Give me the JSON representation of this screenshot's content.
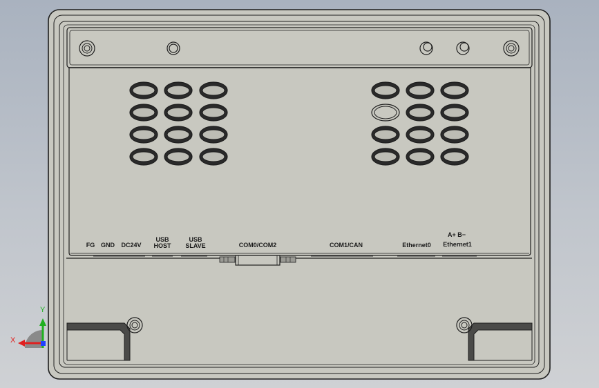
{
  "device_view": {
    "power_terminals": {
      "fg": "FG",
      "gnd": "GND",
      "dc24v": "DC24V"
    },
    "usb_host": {
      "line1": "USB",
      "line2": "HOST"
    },
    "usb_slave": {
      "line1": "USB",
      "line2": "SLAVE"
    },
    "com0_com2": "COM0/COM2",
    "com1_can": "COM1/CAN",
    "ethernet0": "Ethernet0",
    "can_terminals": "A+  B−",
    "ethernet1": "Ethernet1"
  },
  "axis_triad": {
    "x": "X",
    "y": "Y",
    "x_color": "#e02020",
    "y_color": "#20b020"
  },
  "colors": {
    "body": "#c8c8c0",
    "outline": "#1e1e1e",
    "background_top": "#a9b2bf"
  }
}
